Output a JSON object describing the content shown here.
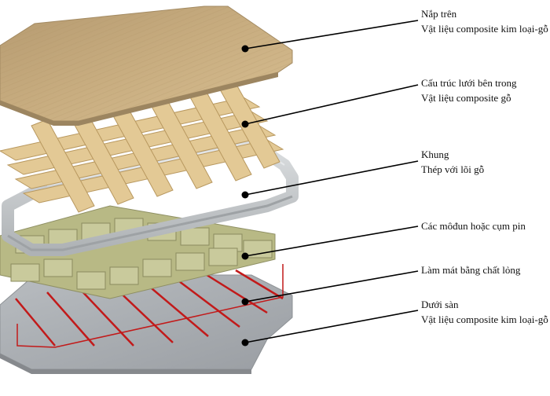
{
  "labels": [
    {
      "title": "Nắp trên",
      "material": "Vật liệu composite kim loại-gỗ"
    },
    {
      "title": "Cấu trúc lưới bên trong",
      "material": "Vật liệu composite gỗ"
    },
    {
      "title": "Khung",
      "material": "Thép với lõi gỗ"
    },
    {
      "title": "Các môđun hoặc cụm pin",
      "material": ""
    },
    {
      "title": "Làm mát bằng chất lỏng",
      "material": ""
    },
    {
      "title": "Dưới sàn",
      "material": "Vật liệu composite kim loại-gỗ"
    }
  ],
  "colors": {
    "wood_top": "#c8ac7f",
    "wood_grid": "#e5cd98",
    "steel_frame": "#c6c9cb",
    "battery_module": "#c4c596",
    "coolant_red": "#c21a1a",
    "floor_plate": "#a9adb1",
    "leader_line": "#000000"
  }
}
